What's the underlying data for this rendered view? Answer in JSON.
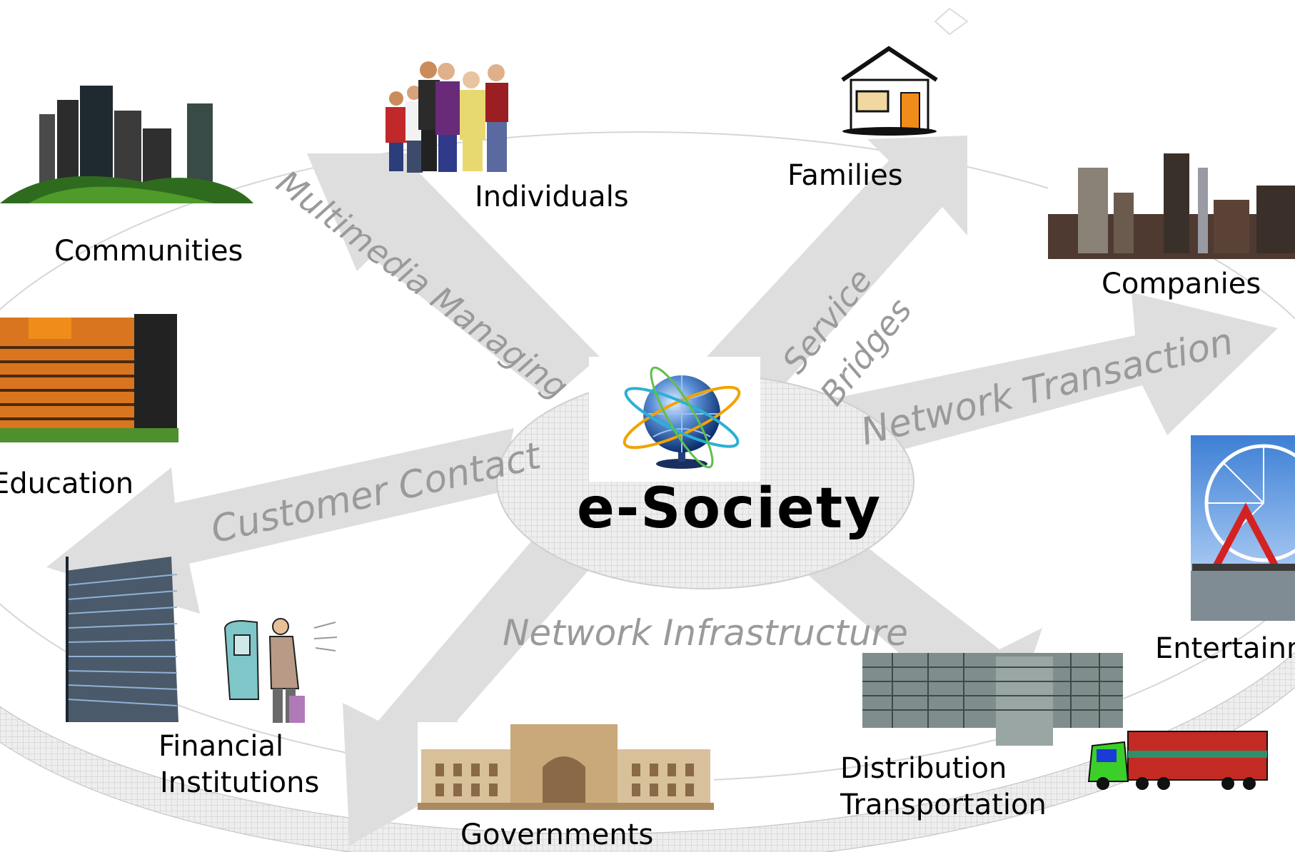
{
  "center": {
    "title": "e-Society",
    "icon": "globe-icon"
  },
  "arrows": {
    "multimedia": "Multimedia Managing",
    "service": "Service",
    "bridges": "Bridges",
    "network_transaction": "Network Transaction",
    "customer_contact": "Customer Contact",
    "network_infrastructure": "Network Infrastructure"
  },
  "nodes": {
    "communities": "Communities",
    "individuals": "Individuals",
    "families": "Families",
    "companies": "Companies",
    "education": "Education",
    "entertainment": "Entertainm",
    "financial_line1": "Financial",
    "financial_line2": "Institutions",
    "governments": "Governments",
    "distribution_line1": "Distribution",
    "distribution_line2": "Transportation"
  },
  "colors": {
    "arrow_fill": "#dedede",
    "ring": "#c8c8c8",
    "arrow_text": "#9a9a9a",
    "center_disc": "#e6e6e6"
  }
}
